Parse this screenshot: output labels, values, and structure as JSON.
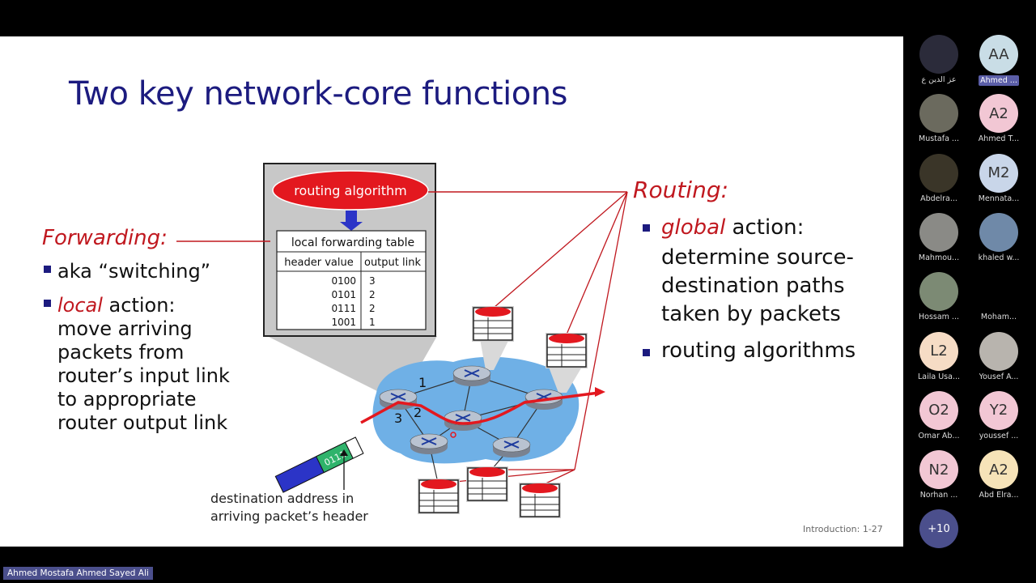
{
  "slide": {
    "title": "Two key network-core functions",
    "forwarding": {
      "heading": "Forwarding:",
      "bullet1": "aka “switching”",
      "bullet2_em": "local",
      "bullet2_rest": " action:",
      "lines": [
        "move arriving",
        "packets from",
        "router’s input link",
        "to appropriate",
        "router output link"
      ]
    },
    "routing": {
      "heading": "Routing:",
      "bullet1_em": "global",
      "bullet1_rest": " action:",
      "lines": [
        "determine source-",
        "destination paths",
        "taken by packets"
      ],
      "bullet2": "routing algorithms"
    },
    "diagram": {
      "algorithm_label": "routing algorithm",
      "table_title": "local forwarding table",
      "col1": "header value",
      "col2": "output link",
      "rows": [
        [
          "0100",
          "3"
        ],
        [
          "0101",
          "2"
        ],
        [
          "0111",
          "2"
        ],
        [
          "1001",
          "1"
        ]
      ],
      "link_labels": [
        "1",
        "2",
        "3"
      ],
      "packet_header": "0111",
      "caption": "destination address in arriving packet’s header"
    },
    "slide_number": "Introduction: 1-27"
  },
  "participants": [
    {
      "initials": "",
      "name": "عز الدين ع",
      "photo": true,
      "color": "#2b2b3a"
    },
    {
      "initials": "AA",
      "name": "Ahmed ...",
      "photo": false,
      "color": "#c9dde6",
      "highlight": true
    },
    {
      "initials": "",
      "name": "Mustafa ...",
      "photo": true,
      "color": "#6b6a5e"
    },
    {
      "initials": "A2",
      "name": "Ahmed T...",
      "photo": false,
      "color": "#f2c7d4"
    },
    {
      "initials": "",
      "name": "Abdelra...",
      "photo": true,
      "color": "#3a3528"
    },
    {
      "initials": "M2",
      "name": "Mennata...",
      "photo": false,
      "color": "#c9d6e9"
    },
    {
      "initials": "",
      "name": "Mahmou...",
      "photo": true,
      "color": "#8a8a86"
    },
    {
      "initials": "",
      "name": "khaled w...",
      "photo": true,
      "color": "#6f89a8"
    },
    {
      "initials": "",
      "name": "Hossam ...",
      "photo": true,
      "color": "#7c8a74"
    },
    {
      "initials": "",
      "name": "Moham...",
      "photo": true,
      "color": "#000000"
    },
    {
      "initials": "L2",
      "name": "Laila Usa...",
      "photo": false,
      "color": "#f6dcc5"
    },
    {
      "initials": "",
      "name": "Yousef A...",
      "photo": true,
      "color": "#b8b4ae"
    },
    {
      "initials": "O2",
      "name": "Omar Ab...",
      "photo": false,
      "color": "#f2c7d4"
    },
    {
      "initials": "Y2",
      "name": "youssef ...",
      "photo": false,
      "color": "#f2c7d4"
    },
    {
      "initials": "N2",
      "name": "Norhan ...",
      "photo": false,
      "color": "#f2c7d4"
    },
    {
      "initials": "A2",
      "name": "Abd Elra...",
      "photo": false,
      "color": "#f6e3b8"
    },
    {
      "initials": "+10",
      "name": "",
      "photo": false,
      "color": "#4b4f8c"
    }
  ],
  "active_speaker": "Ahmed Mostafa Ahmed Sayed Ali"
}
